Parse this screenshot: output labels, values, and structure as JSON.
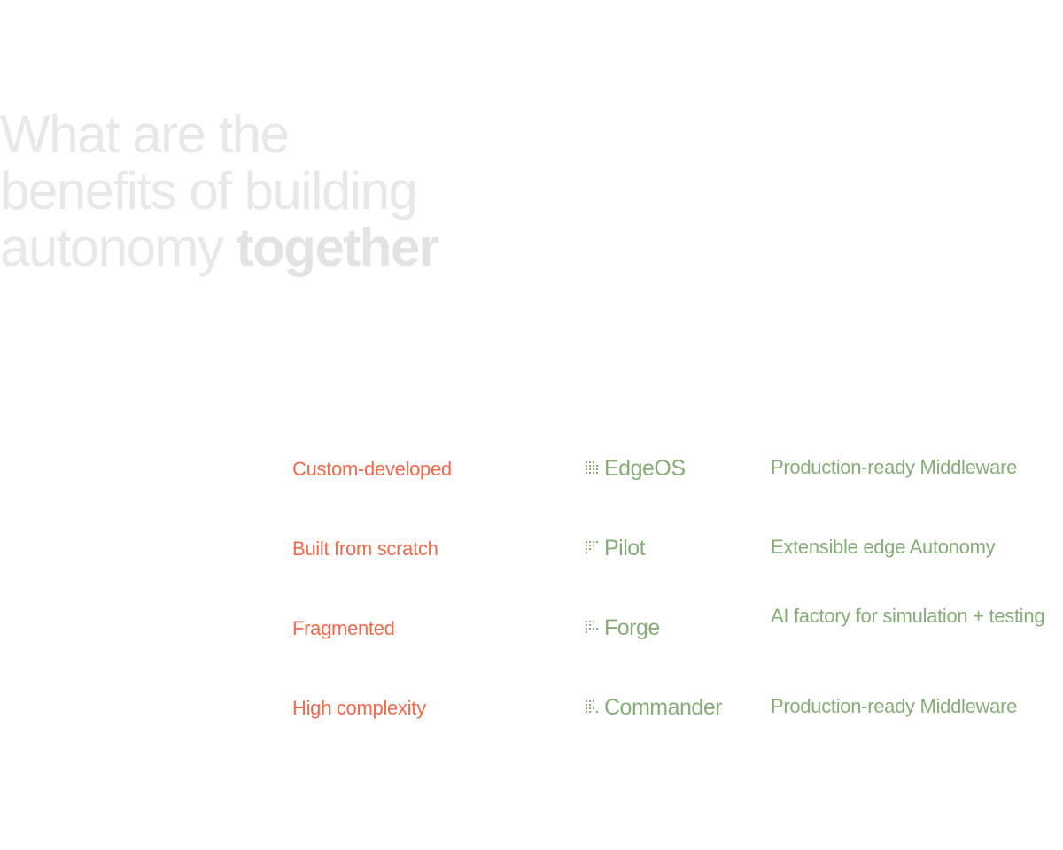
{
  "headline": {
    "line1": "What are the",
    "line2": "benefits of building",
    "line3_regular": "autonomy ",
    "line3_bold": "together"
  },
  "colors": {
    "headline": "#e8e8e8",
    "problem_text": "#f26a4b",
    "product_text": "#86ad78"
  },
  "comparison": {
    "rows": [
      {
        "problem": "Custom-developed",
        "product": "EdgeOS",
        "product_icon": "dot-grid-icon",
        "benefit": "Production-ready Middleware"
      },
      {
        "problem": "Built from scratch",
        "product": "Pilot",
        "product_icon": "dot-grid-icon",
        "benefit": "Extensible edge Autonomy"
      },
      {
        "problem": "Fragmented",
        "product": "Forge",
        "product_icon": "dot-grid-icon",
        "benefit": "AI factory for simulation + testing"
      },
      {
        "problem": "High complexity",
        "product": "Commander",
        "product_icon": "dot-grid-icon",
        "benefit": "Production-ready Middleware"
      }
    ]
  }
}
